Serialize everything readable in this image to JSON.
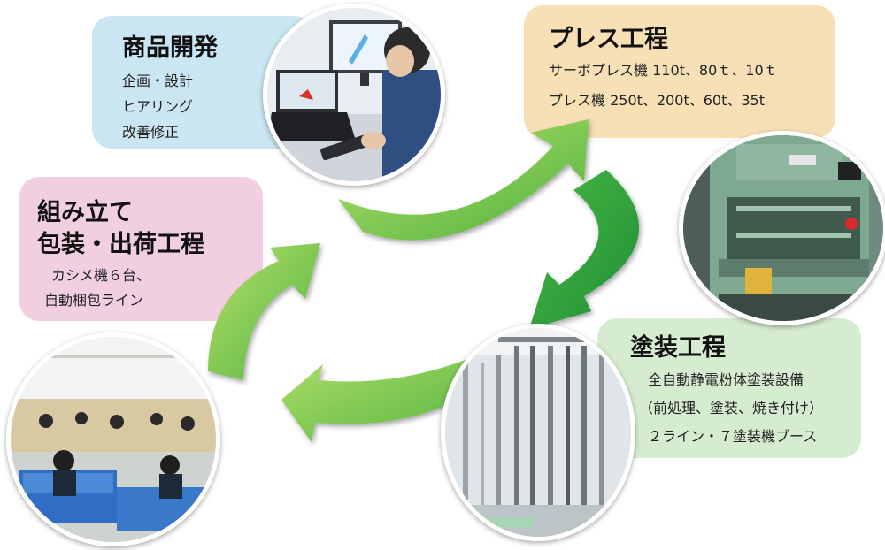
{
  "stages": {
    "design": {
      "title": "商品開発",
      "lines": [
        "企画・設計",
        "ヒアリング",
        "改善修正"
      ],
      "color": "#c9e6f2"
    },
    "press": {
      "title": "プレス工程",
      "lines": [
        "サーボプレス機 110t、80ｔ、10ｔ",
        "プレス機 250t、200t、60t、35t"
      ],
      "color": "#f7dfb6"
    },
    "paint": {
      "title": "塗装工程",
      "lines": [
        "全自動静電粉体塗装設備",
        "（前処理、塗装、焼き付け）",
        "２ライン・７塗装機ブース"
      ],
      "color": "#d6ecd0"
    },
    "assembly": {
      "title_lines": [
        "組み立て",
        "包装・出荷工程"
      ],
      "lines": [
        "カシメ機６台、",
        "自動梱包ライン"
      ],
      "color": "#f2cfe0"
    }
  },
  "arrow_colors": {
    "light": "#8fd14f",
    "dark": "#2f9f3c"
  }
}
